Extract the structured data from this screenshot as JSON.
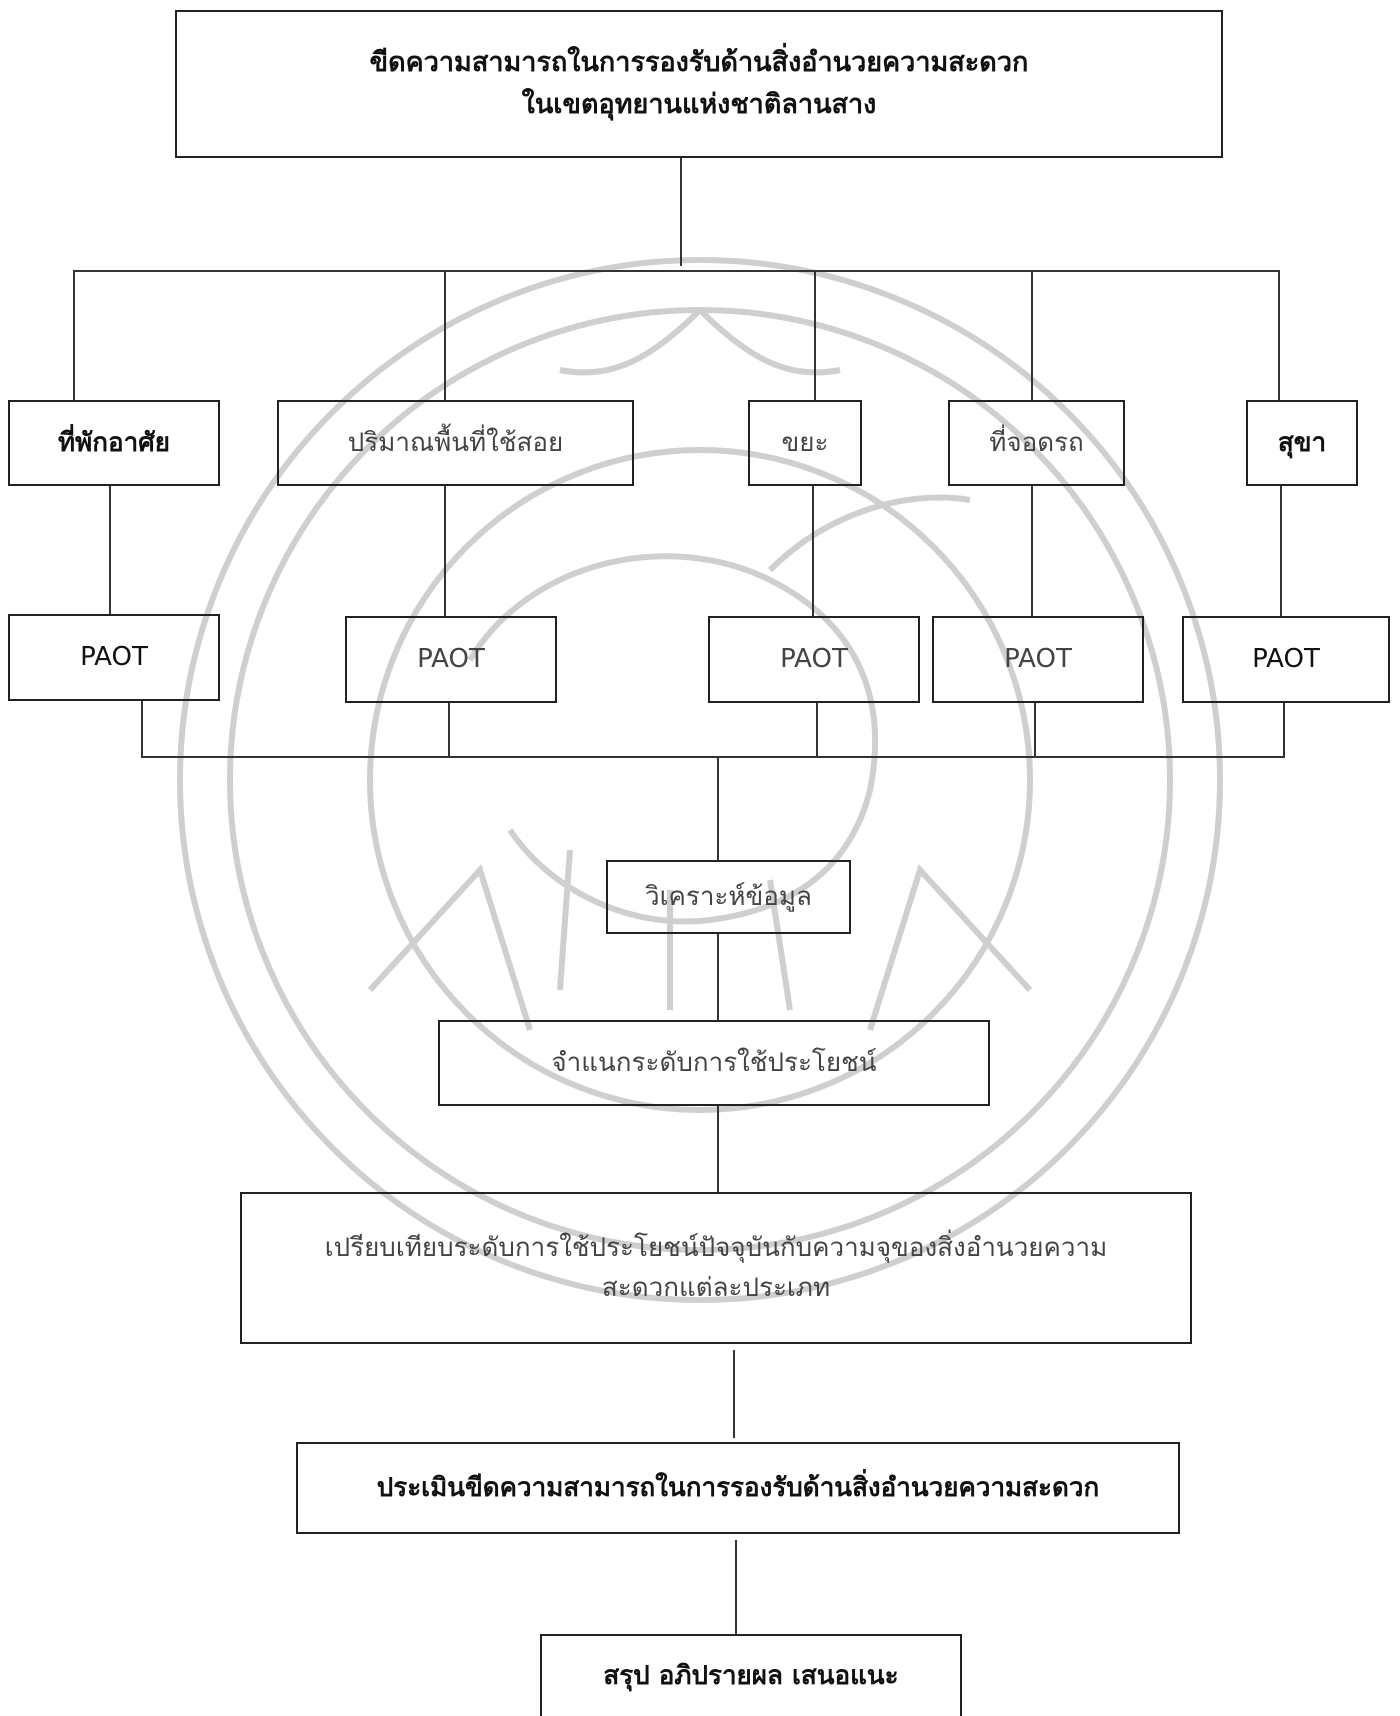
{
  "diagram": {
    "title": {
      "line1": "ขีดความสามารถในการรองรับด้านสิ่งอำนวยความสะดวก",
      "line2": "ในเขตอุทยานแห่งชาติลานสาง"
    },
    "categories": [
      {
        "label": "ที่พักอาศัย",
        "method": "PAOT"
      },
      {
        "label": "ปริมาณพื้นที่ใช้สอย",
        "method": "PAOT"
      },
      {
        "label": "ขยะ",
        "method": "PAOT"
      },
      {
        "label": "ที่จอดรถ",
        "method": "PAOT"
      },
      {
        "label": "สุขา",
        "method": "PAOT"
      }
    ],
    "steps": {
      "analyze": "วิเคราะห์ข้อมูล",
      "classify": "จำแนกระดับการใช้ประโยชน์",
      "compare": {
        "line1": "เปรียบเทียบระดับการใช้ประโยชน์ปัจจุบันกับความจุของสิ่งอำนวยความ",
        "line2": "สะดวกแต่ละประเภท"
      },
      "evaluate": "ประเมินขีดความสามารถในการรองรับด้านสิ่งอำนวยความสะดวก",
      "conclude": "สรุป อภิปรายผล เสนอแนะ"
    }
  },
  "watermark": {
    "icon": "university-seal-elephant-icon",
    "color": "#cfcfcf"
  }
}
